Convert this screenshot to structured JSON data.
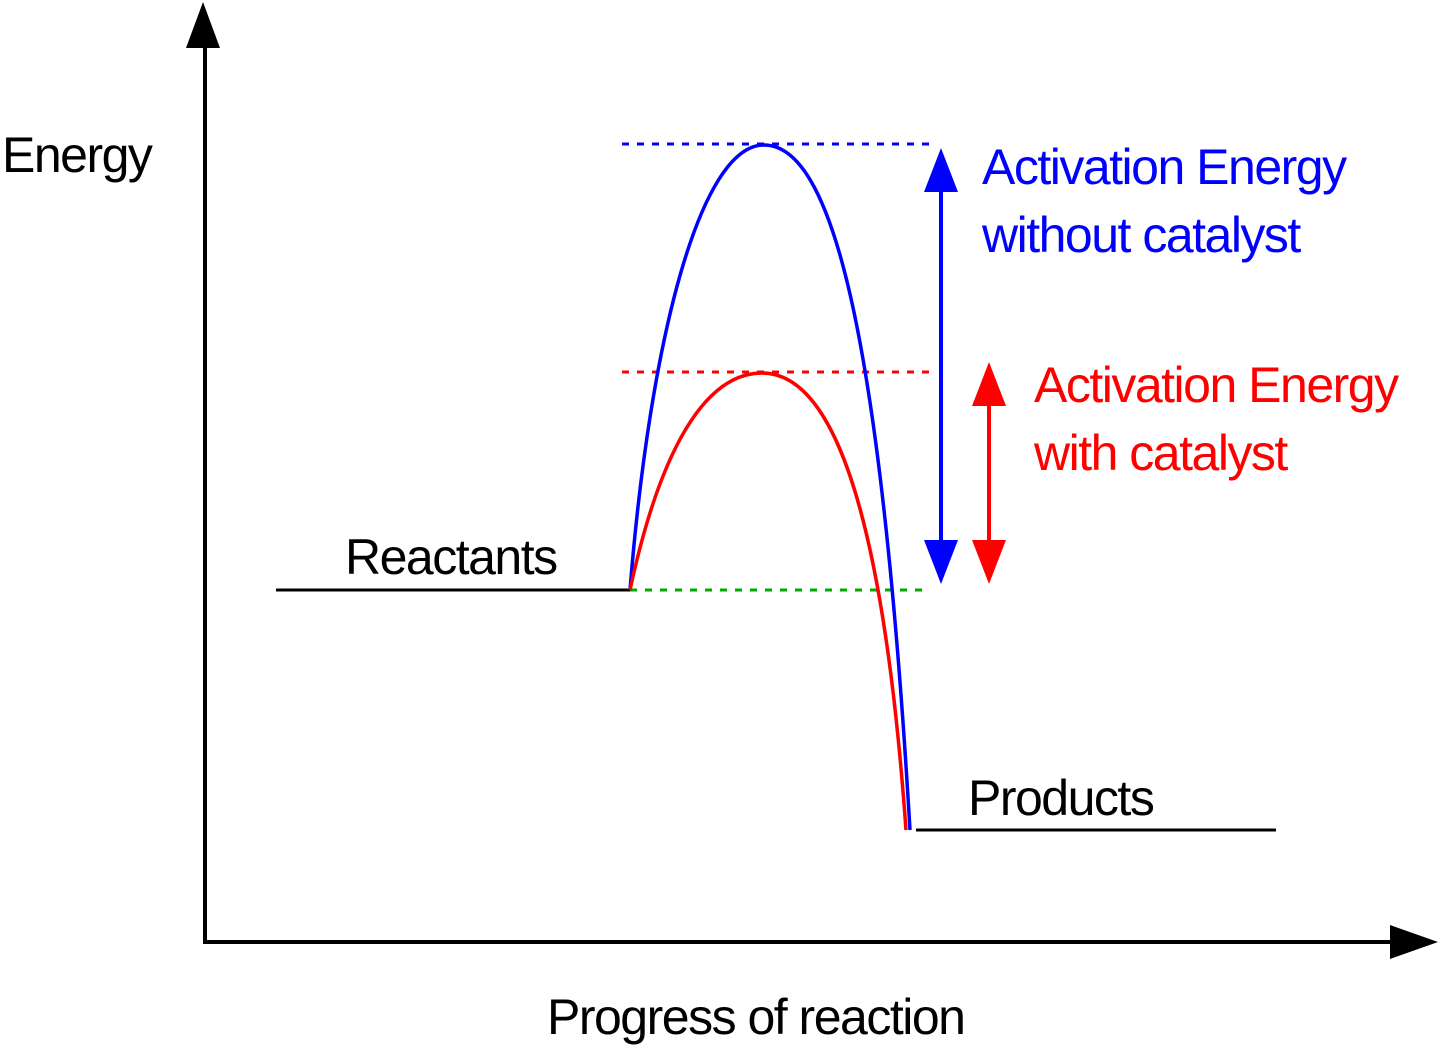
{
  "axes": {
    "y_label": "Energy",
    "x_label": "Progress of reaction"
  },
  "levels": {
    "reactants_label": "Reactants",
    "products_label": "Products"
  },
  "uncatalysed": {
    "label_line1": "Activation Energy",
    "label_line2": "without catalyst",
    "color": "#0000ff"
  },
  "catalysed": {
    "label_line1": "Activation Energy",
    "label_line2": "with catalyst",
    "color": "#ff0000"
  },
  "reference_color": "#00aa00",
  "ink_color": "#000000"
}
